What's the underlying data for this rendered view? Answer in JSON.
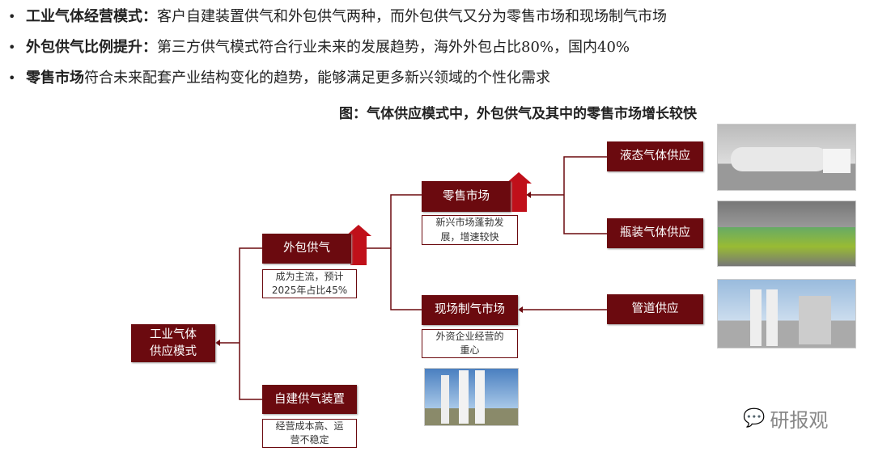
{
  "bullets": [
    {
      "bold": "工业气体经营模式：",
      "text": "客户自建装置供气和外包供气两种，而外包供气又分为零售市场和现场制气市场"
    },
    {
      "bold": "外包供气比例提升：",
      "text": "第三方供气模式符合行业未来的发展趋势，海外外包占比80%，国内40%"
    },
    {
      "bold": "零售市场",
      "text": "符合未来配套产业结构变化的趋势，能够满足更多新兴领域的个性化需求"
    }
  ],
  "figure_title": "图：气体供应模式中，外包供气及其中的零售市场增长较快",
  "nodes": {
    "root": "工业气体\n供应模式",
    "outsourced": "外包供气",
    "outsourced_desc": "成为主流，预计\n2025年占比45%",
    "self_built": "自建供气装置",
    "self_built_desc": "经营成本高、运\n营不稳定",
    "retail": "零售市场",
    "retail_desc": "新兴市场蓬勃发\n展，增速较快",
    "onsite": "现场制气市场",
    "onsite_desc": "外资企业经营的\n重心",
    "liquid": "液态气体供应",
    "bottled": "瓶装气体供应",
    "pipeline": "管道供应"
  },
  "watermark": "研报观",
  "colors": {
    "box": "#6b0a0f",
    "arrow": "#c0101a"
  }
}
